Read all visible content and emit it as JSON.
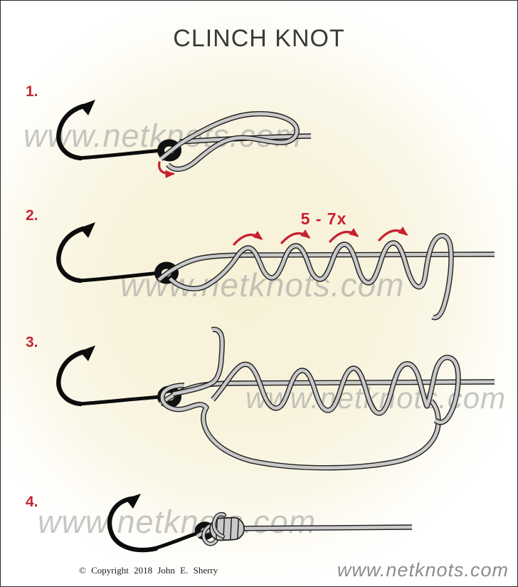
{
  "title": "CLINCH KNOT",
  "watermark": "www.netknots.com",
  "steps": [
    {
      "number": "1."
    },
    {
      "number": "2.",
      "annotation": "5 - 7x"
    },
    {
      "number": "3."
    },
    {
      "number": "4."
    }
  ],
  "footer": {
    "copyright": "© Copyright  2018  John E. Sherry",
    "website": "www.netknots.com"
  },
  "colors": {
    "accent_red": "#c5212f",
    "line_gray": "#c9c9c9",
    "line_outline": "#1f1f1f",
    "watermark_gray": "#9f9f9f",
    "background_cream": "#f7f1d7"
  }
}
